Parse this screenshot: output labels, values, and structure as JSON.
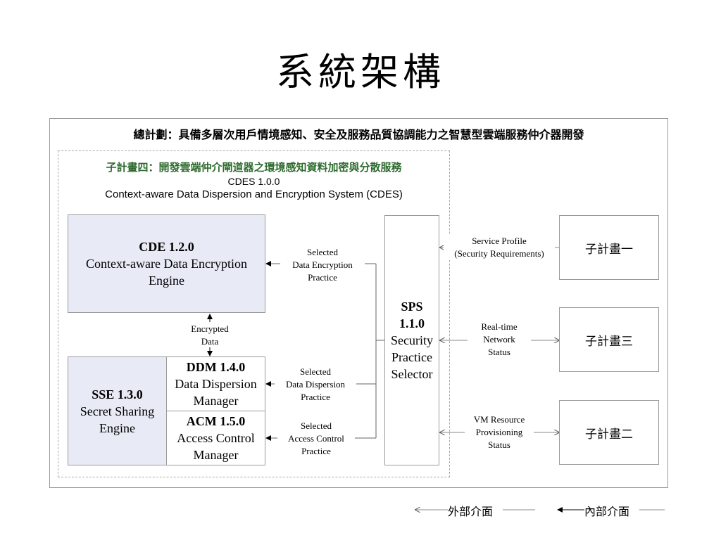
{
  "title": "系統架構",
  "main_plan": "總計劃：具備多層次用戶情境感知、安全及服務品質協調能力之智慧型雲端服務仲介器開發",
  "subplan4": {
    "name": "子計畫四：開發雲端仲介閘道器之環境感知資料加密與分散服務",
    "version": "CDES 1.0.0",
    "system": "Context-aware Data Dispersion and Encryption System (CDES)"
  },
  "cde": {
    "id": "CDE 1.2.0",
    "line1": "Context-aware Data Encryption",
    "line2": "Engine"
  },
  "sse": {
    "id": "SSE 1.3.0",
    "line1": "Secret Sharing",
    "line2": "Engine"
  },
  "ddm": {
    "id": "DDM 1.4.0",
    "line1": "Data Dispersion",
    "line2": "Manager"
  },
  "acm": {
    "id": "ACM 1.5.0",
    "line1": "Access Control",
    "line2": "Manager"
  },
  "sps": {
    "id1": "SPS",
    "id2": "1.1.0",
    "line1": "Security",
    "line2": "Practice",
    "line3": "Selector"
  },
  "labels": {
    "encrypted": {
      "l1": "Encrypted",
      "l2": "Data"
    },
    "sel_enc": {
      "l1": "Selected",
      "l2": "Data Encryption",
      "l3": "Practice"
    },
    "sel_disp": {
      "l1": "Selected",
      "l2": "Data Dispersion",
      "l3": "Practice"
    },
    "sel_acc": {
      "l1": "Selected",
      "l2": "Access Control",
      "l3": "Practice"
    },
    "service_profile": {
      "l1": "Service Profile",
      "l2": "(Security Requirements)"
    },
    "realtime": {
      "l1": "Real-time",
      "l2": "Network",
      "l3": "Status"
    },
    "vm": {
      "l1": "VM Resource",
      "l2": "Provisioning",
      "l3": "Status"
    }
  },
  "plans": {
    "p1": "子計畫一",
    "p3": "子計畫三",
    "p2": "子計畫二"
  },
  "legend": {
    "external": "外部介面",
    "internal": "內部介面"
  }
}
